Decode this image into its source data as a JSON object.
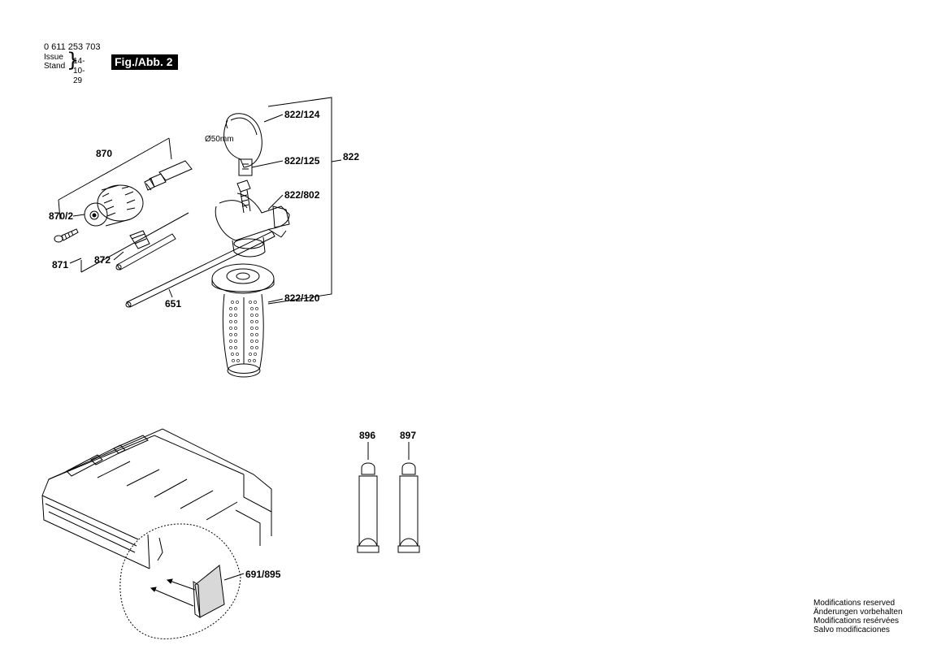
{
  "header": {
    "part_number": "0 611 253 703",
    "issue_label": "Issue",
    "stand_label": "Stand",
    "issue_date": "14-10-29",
    "figure_label": "Fig./Abb. 2"
  },
  "callouts": {
    "c822_124": "822/124",
    "c822_125": "822/125",
    "c822": "822",
    "c822_802": "822/802",
    "c822_120": "822/120",
    "c870": "870",
    "c870_2": "870/2",
    "c871": "871",
    "c872": "872",
    "c651": "651",
    "c896": "896",
    "c897": "897",
    "c691_895": "691/895",
    "diameter": "Ø50mm"
  },
  "notes": {
    "en": "Modifications reserved",
    "de": "Änderungen vorbehalten",
    "fr": "Modifications resérvées",
    "es": "Salvo modificaciones"
  }
}
